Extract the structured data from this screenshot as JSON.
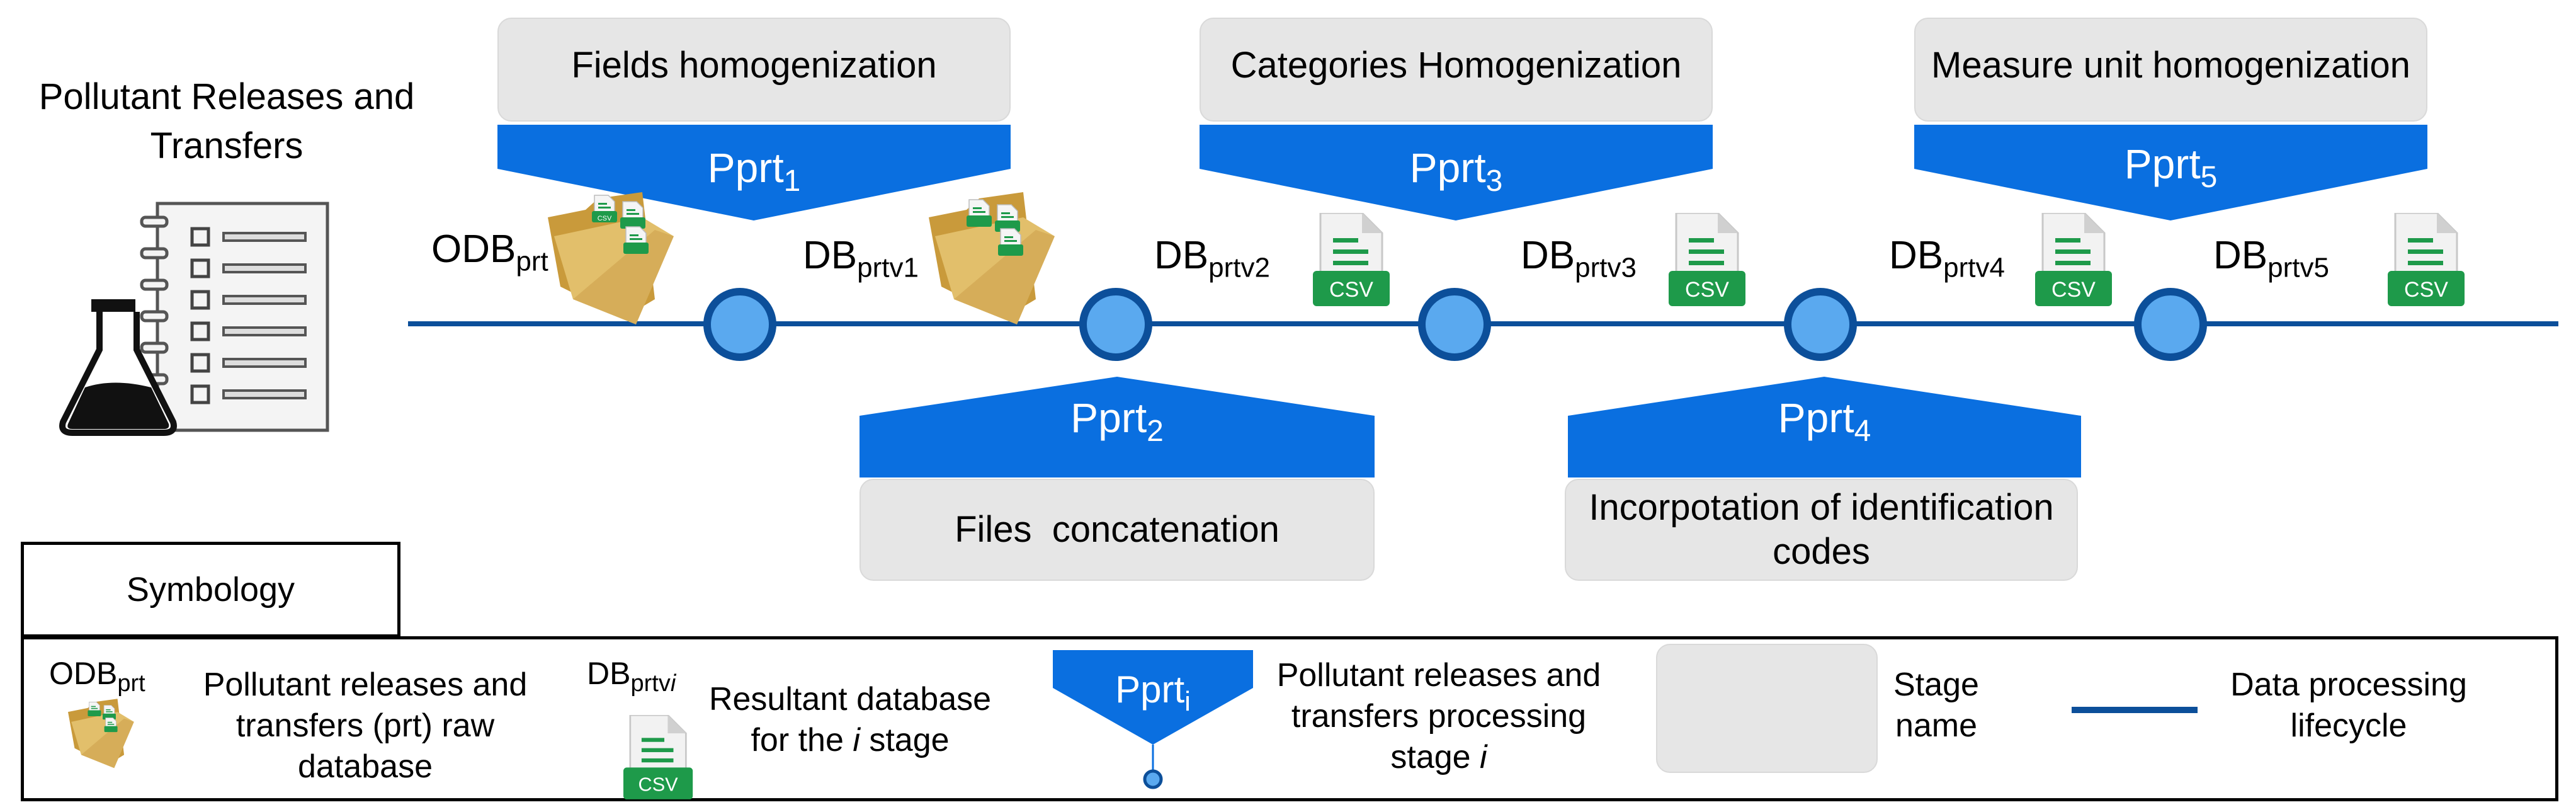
{
  "title": {
    "line1": "Pollutant Releases and",
    "line2": "Transfers"
  },
  "stages": [
    {
      "id": "1",
      "base": "Pprt",
      "sub": "1",
      "name": "Fields homogenization"
    },
    {
      "id": "2",
      "base": "Pprt",
      "sub": "2",
      "name": "Files  concatenation"
    },
    {
      "id": "3",
      "base": "Pprt",
      "sub": "3",
      "name": "Categories Homogenization"
    },
    {
      "id": "4",
      "base": "Pprt",
      "sub": "4",
      "name_line1": "Incorpotation of identification",
      "name_line2": "codes"
    },
    {
      "id": "5",
      "base": "Pprt",
      "sub": "5",
      "name": "Measure unit homogenization"
    }
  ],
  "databases": [
    {
      "base": "ODB",
      "sub": "prt"
    },
    {
      "base": "DB",
      "sub": "prtv1"
    },
    {
      "base": "DB",
      "sub": "prtv2"
    },
    {
      "base": "DB",
      "sub": "prtv3"
    },
    {
      "base": "DB",
      "sub": "prtv4"
    },
    {
      "base": "DB",
      "sub": "prtv5"
    }
  ],
  "icons": {
    "csv_label": "CSV"
  },
  "symbology": {
    "title": "Symbology",
    "raw_db_base": "ODB",
    "raw_db_sub": "prt",
    "raw_db_desc": [
      "Pollutant releases and",
      "transfers (prt) raw",
      "database"
    ],
    "result_db_base": "DB",
    "result_db_sub": "prtv",
    "result_db_sub_italic": "i",
    "result_db_desc_line1": "Resultant database",
    "result_db_desc_line2_pre": "for the ",
    "result_db_desc_line2_i": "i",
    "result_db_desc_line2_post": " stage",
    "stage_base": "Pprt",
    "stage_sub": "i",
    "stage_desc_line1": "Pollutant releases and",
    "stage_desc_line2": "transfers processing",
    "stage_desc_line3_pre": "stage ",
    "stage_desc_line3_i": "i",
    "stage_name_desc": [
      "Stage",
      "name"
    ],
    "lifecycle_desc": [
      "Data processing",
      "lifecycle"
    ]
  },
  "colors": {
    "banner": "#0a6fe0",
    "timeline": "#0c4f9a",
    "node_fill": "#5aa9ef",
    "node_stroke": "#0c4f9a",
    "stage_box": "#e6e6e6",
    "csv_green": "#1e9a4a",
    "folder": "#d9b35c"
  }
}
